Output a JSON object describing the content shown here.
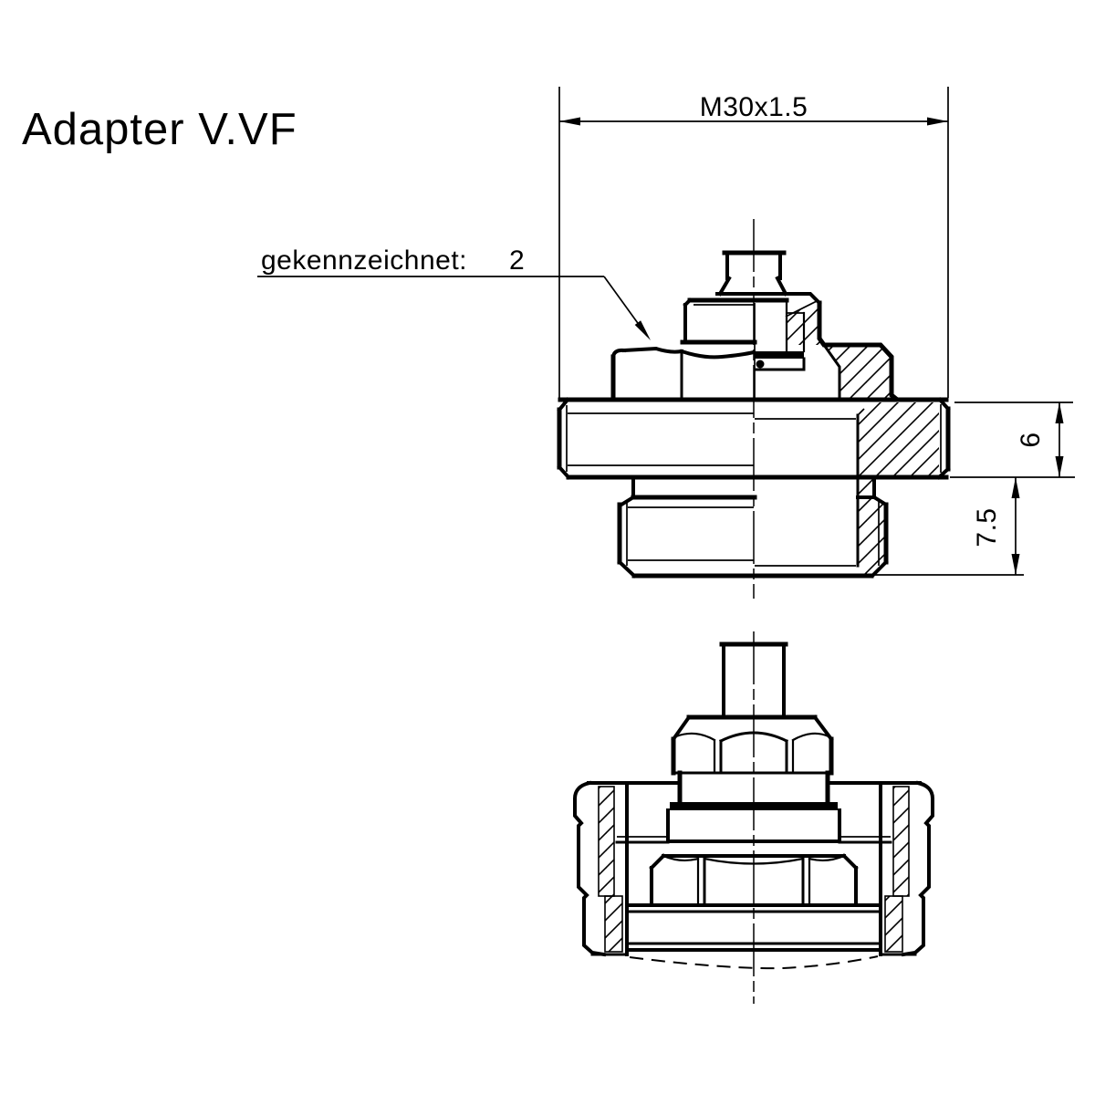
{
  "title": "Adapter V.VF",
  "callout": {
    "label": "gekennzeichnet:",
    "value": "2"
  },
  "dimensions": {
    "thread": "M30x1.5",
    "flange_height": "6",
    "thread_length": "7.5"
  },
  "colors": {
    "line": "#000000",
    "background": "#ffffff"
  }
}
